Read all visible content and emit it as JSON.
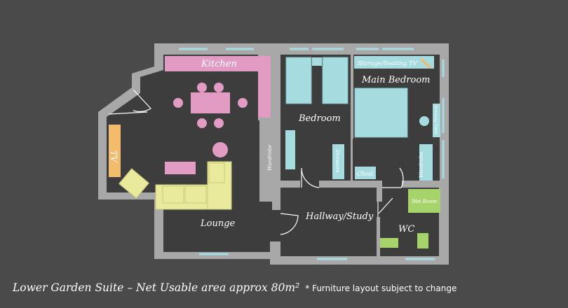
{
  "plan": {
    "rooms": {
      "kitchen": "Kitchen",
      "bedroom": "Bedroom",
      "main_bedroom": "Main Bedroom",
      "lounge": "Lounge",
      "hallway": "Hallway/Study",
      "wc": "WC"
    },
    "furniture": {
      "tv_lounge": "TV",
      "storage": "Storage/Seating",
      "tv_bedroom": "TV",
      "wardrobe_1": "Wardrobe",
      "drawers": "Drawers",
      "chest": "Chest",
      "wardrobe_2": "Wardrobe",
      "dressing_table": "Dressing Table",
      "wet_room": "Wet Room"
    }
  },
  "caption": {
    "title": "Lower Garden Suite – Net Usable area approx 80m²",
    "note": "* Furniture layout subject to change"
  },
  "colors": {
    "background": "#4a4a4a",
    "wall": "#a8a8a8",
    "floor": "#3d3d3d",
    "kitchen": "#e29cc4",
    "bed": "#a6dce0",
    "sofa": "#eaea9c",
    "tv": "#f2bc6c",
    "wc": "#a6d46a"
  }
}
